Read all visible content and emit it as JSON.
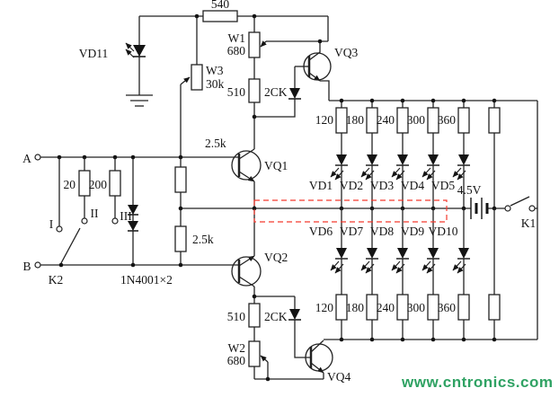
{
  "watermark": {
    "text": "www.cntronics.com",
    "color": "#2fa263"
  },
  "overlay": {
    "box_color": "#f4392e"
  },
  "power": {
    "battery": "4.5V",
    "switch": "K1"
  },
  "input": {
    "terminal_a": "A",
    "terminal_b": "B",
    "selector": "K2",
    "positions": [
      "I",
      "II",
      "III"
    ],
    "r_low": "20",
    "r_high": "200",
    "protection": "1N4001×2"
  },
  "bias": {
    "r_top": "540",
    "zener": "VD11",
    "w3": "W3",
    "w3_value": "30k"
  },
  "upper": {
    "w1": "W1",
    "w1_value": "680",
    "r510": "510",
    "diode": "2CK",
    "vq3": "VQ3",
    "vq1": "VQ1",
    "r_divider": "2.5k"
  },
  "lower": {
    "r_divider": "2.5k",
    "vq2": "VQ2",
    "r510": "510",
    "diode": "2CK",
    "w2": "W2",
    "w2_value": "680",
    "vq4": "VQ4"
  },
  "led_bank_top": {
    "resistors": [
      "120",
      "180",
      "240",
      "300",
      "360"
    ],
    "leds": [
      "VD1",
      "VD2",
      "VD3",
      "VD4",
      "VD5"
    ]
  },
  "led_bank_bottom": {
    "resistors": [
      "120",
      "180",
      "240",
      "300",
      "360"
    ],
    "leds": [
      "VD6",
      "VD7",
      "VD8",
      "VD9",
      "VD10"
    ]
  }
}
